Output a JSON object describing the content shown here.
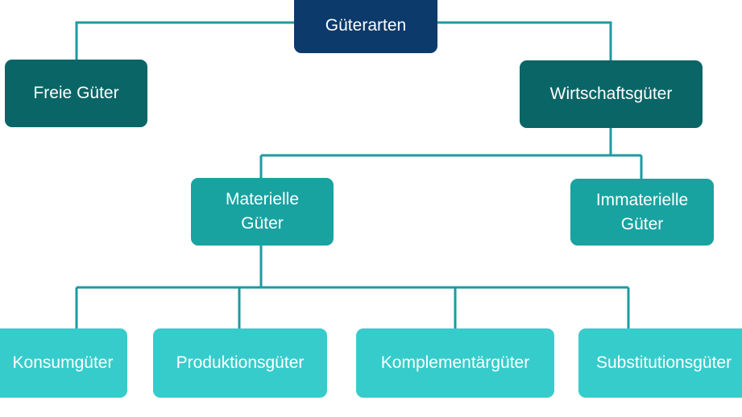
{
  "diagram": {
    "root": "Güterarten",
    "level1": {
      "left": "Freie Güter",
      "right": "Wirtschaftsgüter"
    },
    "level2": {
      "left": [
        "Materielle",
        "Güter"
      ],
      "right": [
        "Immaterielle",
        "Güter"
      ]
    },
    "level3": [
      "Konsumgüter",
      "Produktionsgüter",
      "Komplementärgüter",
      "Substitutionsgüter"
    ]
  },
  "colors": {
    "root": "#0b3a6b",
    "level1": "#0a6566",
    "level2": "#18a3a1",
    "level3": "#36cccb",
    "connector": "#1e9aa0"
  }
}
